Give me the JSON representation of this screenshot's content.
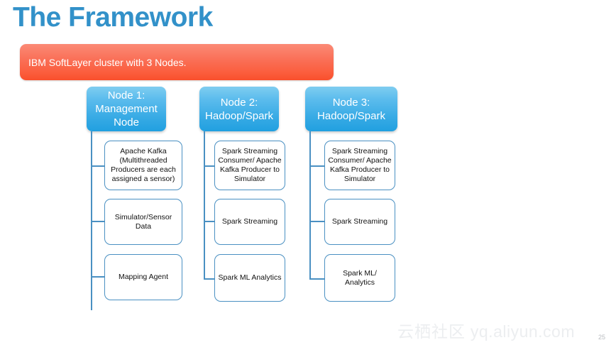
{
  "slide": {
    "title": "The Framework",
    "title_color": "#3291c9",
    "background_color": "#ffffff",
    "page_number": "25"
  },
  "banner": {
    "text": "IBM SoftLayer cluster with 3 Nodes.",
    "gradient_from": "#fb8a76",
    "gradient_to": "#f94f2c",
    "text_color": "#ffffff"
  },
  "diagram": {
    "header_gradient_from": "#7fcdf0",
    "header_gradient_to": "#21a0e0",
    "box_border_color": "#4a90c2",
    "connector_color": "#4a90c2",
    "columns": [
      {
        "header": "Node 1:\nManagement\nNode",
        "items": [
          "Apache Kafka (Multithreaded Producers are each assigned a sensor)",
          "Simulator/Sensor Data",
          "Mapping Agent"
        ]
      },
      {
        "header": "Node 2:\nHadoop/Spark",
        "items": [
          "Spark Streaming Consumer/ Apache Kafka Producer to Simulator",
          "Spark Streaming",
          "Spark ML Analytics"
        ]
      },
      {
        "header": "Node 3:\nHadoop/Spark",
        "items": [
          "Spark Streaming Consumer/ Apache Kafka Producer to Simulator",
          "Spark Streaming",
          "Spark ML/ Analytics"
        ]
      }
    ]
  },
  "watermark": {
    "cn_text": "云栖社区",
    "url_text": "yq.aliyun.com",
    "color": "#eceef0"
  }
}
